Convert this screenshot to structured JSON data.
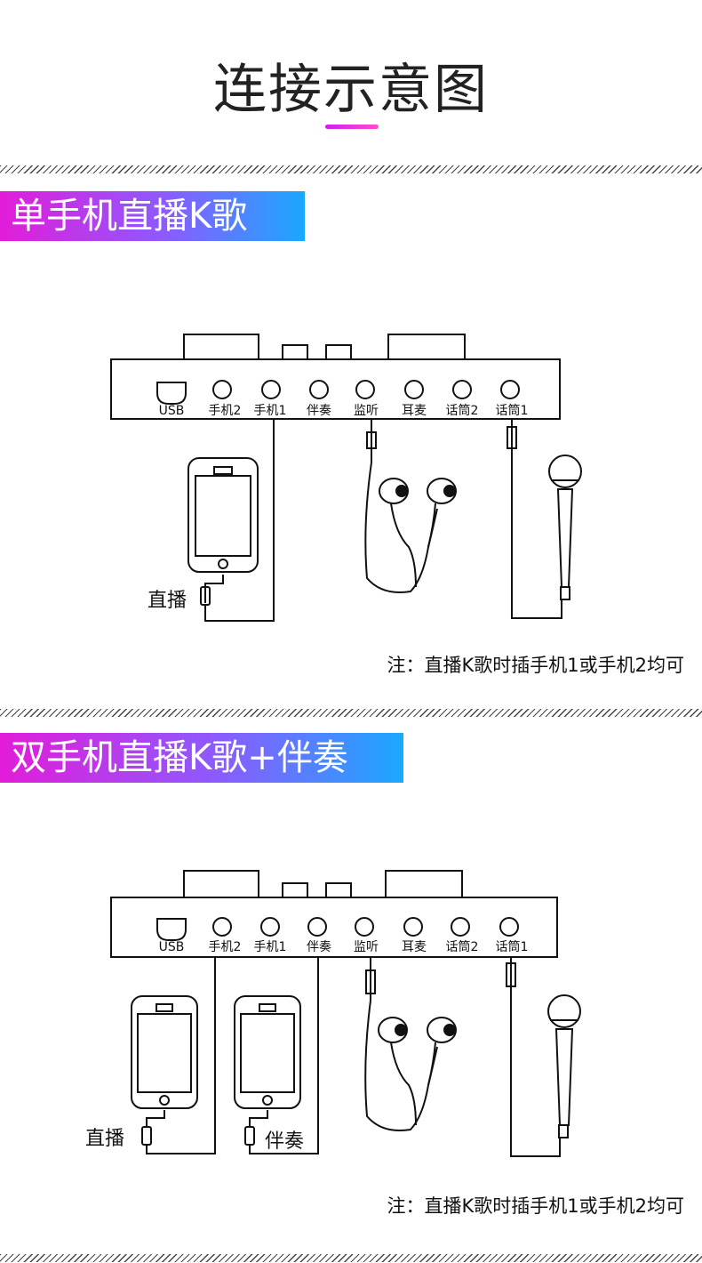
{
  "page": {
    "title": "连接示意图"
  },
  "sections": [
    {
      "banner": "单手机直播K歌",
      "ports": [
        "USB",
        "手机2",
        "手机1",
        "伴奏",
        "监听",
        "耳麦",
        "话筒2",
        "话筒1"
      ],
      "phone_labels": [
        "直播"
      ],
      "note": "注：直播K歌时插手机1或手机2均可"
    },
    {
      "banner": "双手机直播K歌+伴奏",
      "ports": [
        "USB",
        "手机2",
        "手机1",
        "伴奏",
        "监听",
        "耳麦",
        "话筒2",
        "话筒1"
      ],
      "phone_labels": [
        "直播",
        "伴奏"
      ],
      "note": "注：直播K歌时插手机1或手机2均可"
    }
  ],
  "icons": [
    "sound-card-icon",
    "smartphone-icon",
    "earphones-icon",
    "microphone-icon"
  ]
}
